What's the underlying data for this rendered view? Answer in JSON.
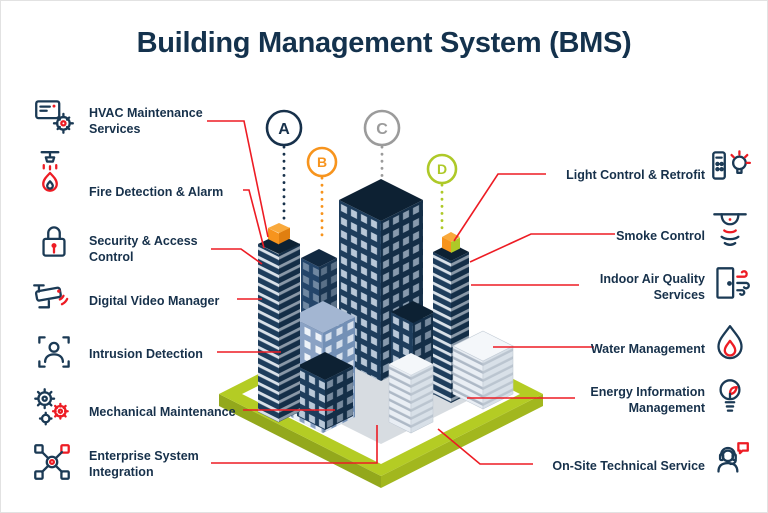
{
  "title": "Building Management System (BMS)",
  "colors": {
    "navy": "#17314b",
    "orange": "#f7941d",
    "gray": "#9b9b9b",
    "lime": "#aec928",
    "red": "#ed1c24",
    "platform_green": "#b4cc24"
  },
  "markers": [
    {
      "label": "A",
      "color": "#17314b"
    },
    {
      "label": "B",
      "color": "#f7941d"
    },
    {
      "label": "C",
      "color": "#9b9b9b"
    },
    {
      "label": "D",
      "color": "#aec928"
    }
  ],
  "left_items": [
    {
      "label": "HVAC Maintenance Services",
      "icon": "hvac-services-icon"
    },
    {
      "label": "Fire Detection & Alarm",
      "icon": "fire-sprinkler-icon"
    },
    {
      "label": "Security & Access Control",
      "icon": "padlock-icon"
    },
    {
      "label": "Digital Video Manager",
      "icon": "cctv-camera-icon"
    },
    {
      "label": "Intrusion Detection",
      "icon": "intrusion-person-icon"
    },
    {
      "label": "Mechanical Maintenance",
      "icon": "gears-icon"
    },
    {
      "label": "Enterprise System Integration",
      "icon": "system-integration-icon"
    }
  ],
  "right_items": [
    {
      "label": "Light Control & Retrofit",
      "icon": "light-control-icon"
    },
    {
      "label": "Smoke Control",
      "icon": "smoke-detector-icon"
    },
    {
      "label": "Indoor Air Quality Services",
      "icon": "air-quality-icon"
    },
    {
      "label": "Water Management",
      "icon": "water-drop-icon"
    },
    {
      "label": "Energy Information Management",
      "icon": "energy-bulb-icon"
    },
    {
      "label": "On-Site Technical Service",
      "icon": "technician-headset-icon"
    }
  ]
}
